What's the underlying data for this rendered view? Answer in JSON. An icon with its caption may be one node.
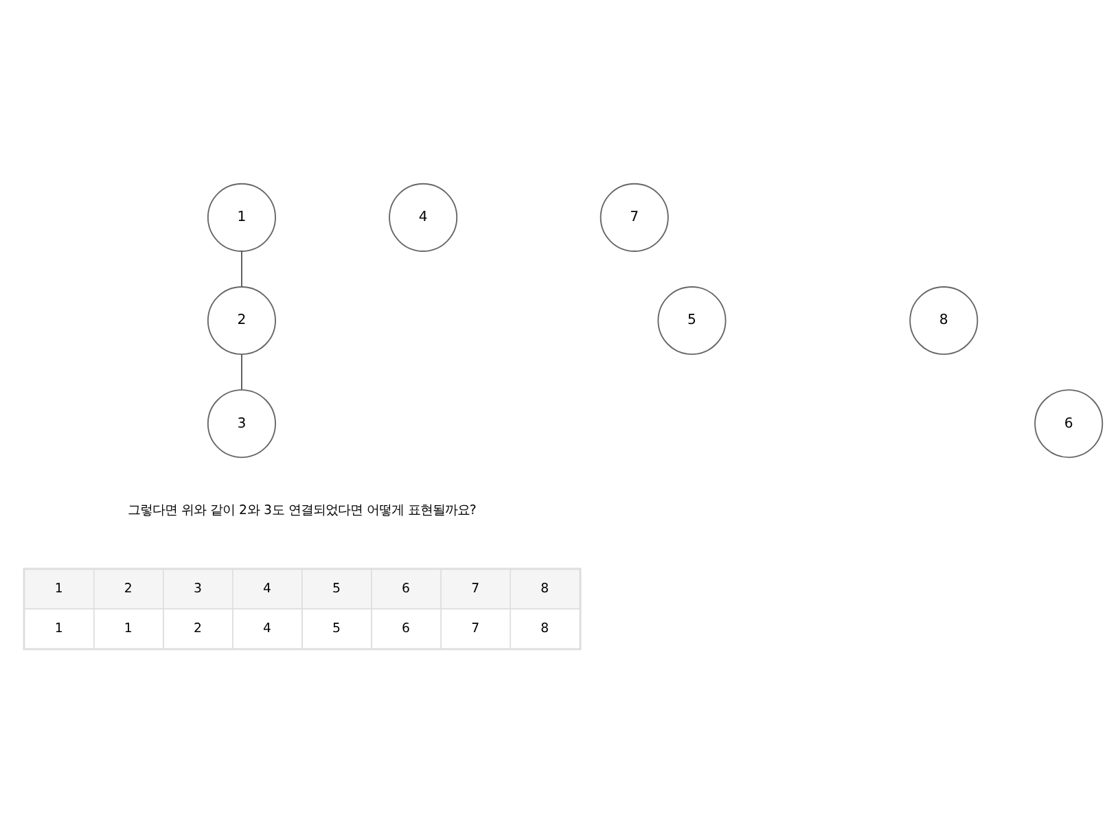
{
  "diagram": {
    "nodes": [
      {
        "text": [
          "1"
        ]
      },
      {
        "text": [
          "2"
        ]
      },
      {
        "text": [
          "3"
        ]
      },
      {
        "text": [
          "4"
        ]
      },
      {
        "text": [
          "5"
        ]
      },
      {
        "text": [
          "7"
        ]
      },
      {
        "text": [
          "8"
        ]
      },
      {
        "text": [
          "6"
        ]
      }
    ],
    "edges": [
      {
        "from": 0,
        "to": 1,
        "arrow": "none"
      },
      {
        "from": 1,
        "to": 2,
        "arrow": "none"
      }
    ],
    "labels": [
      "그렇다면 위와 같이 2와 3도 연결되었다면 어떻게 표현될까요?",
      "1",
      "2",
      "3",
      "4",
      "5",
      "6",
      "7",
      "8",
      "1",
      "1",
      "2",
      "4",
      "5",
      "6",
      "7",
      "8"
    ]
  }
}
